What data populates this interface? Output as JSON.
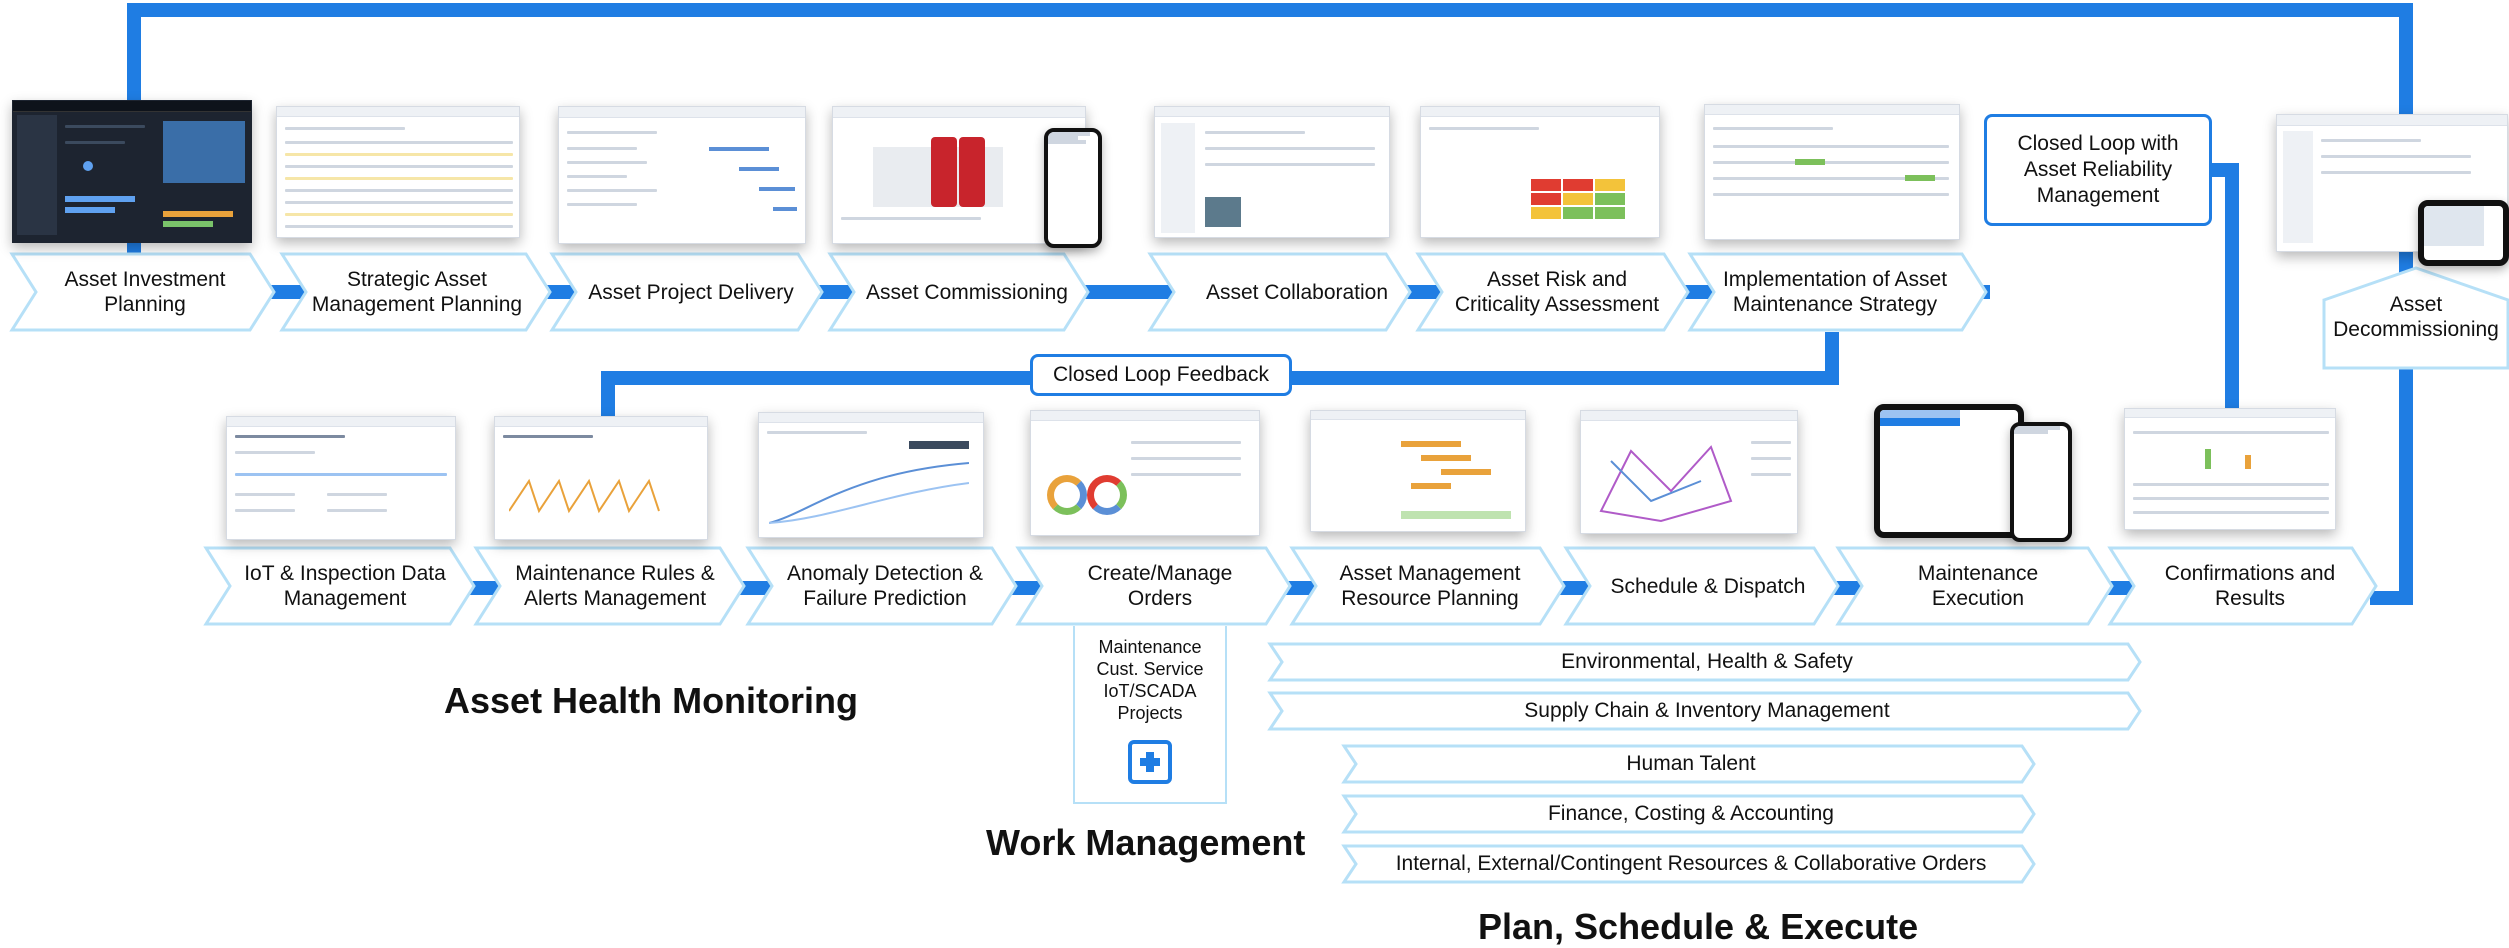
{
  "colors": {
    "flow_line": "#1f7de3",
    "chevron_border": "#b6e0f7",
    "text": "#111111"
  },
  "phases_top": [
    "Asset Investment\nPlanning",
    "Strategic Asset\nManagement Planning",
    "Asset Project Delivery",
    "Asset Commissioning",
    "Asset Collaboration",
    "Asset Risk and\nCriticality Assessment",
    "Implementation of Asset\nMaintenance Strategy"
  ],
  "phase_decommission": "Asset\nDecommissioning",
  "phases_bottom": [
    "IoT & Inspection Data\nManagement",
    "Maintenance Rules &\nAlerts Management",
    "Anomaly Detection &\nFailure Prediction",
    "Create/Manage\nOrders",
    "Asset Management\nResource Planning",
    "Schedule & Dispatch",
    "Maintenance\nExecution",
    "Confirmations and\nResults"
  ],
  "callouts": {
    "closed_loop_feedback": "Closed Loop Feedback",
    "closed_loop_reliability": "Closed Loop with\nAsset Reliability\nManagement"
  },
  "order_sources": [
    "Maintenance",
    "Cust. Service",
    "IoT/SCADA",
    "Projects"
  ],
  "plus_icon": "plus-icon",
  "bands": [
    "Environmental, Health & Safety",
    "Supply Chain & Inventory Management",
    "Human Talent",
    "Finance, Costing & Accounting",
    "Internal, External/Contingent Resources & Collaborative Orders"
  ],
  "section_titles": {
    "health_monitoring": "Asset Health Monitoring",
    "work_management": "Work Management",
    "plan_schedule_execute": "Plan, Schedule & Execute"
  }
}
